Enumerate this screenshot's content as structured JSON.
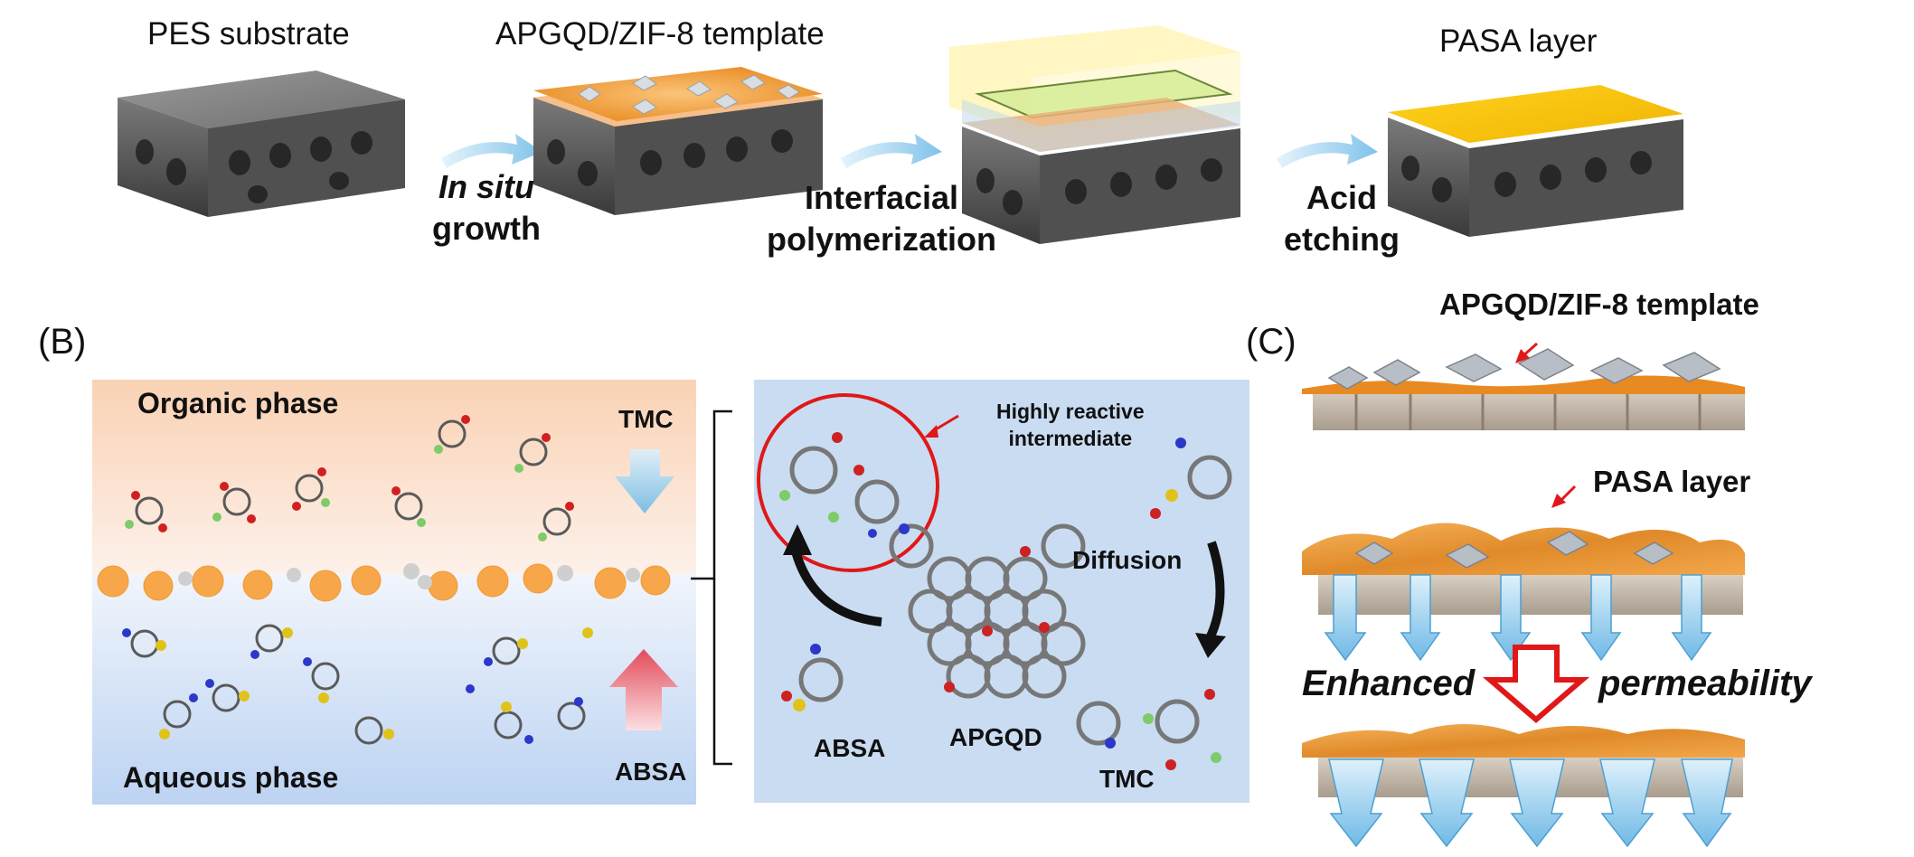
{
  "panel_a": {
    "labels": {
      "pes": "PES substrate",
      "template": "APGQD/ZIF-8 template",
      "pasa": "PASA layer"
    },
    "steps": {
      "in_situ_1": "In situ",
      "in_situ_2": "growth",
      "ip_1": "Interfacial",
      "ip_2": "polymerization",
      "acid_1": "Acid",
      "acid_2": "etching"
    }
  },
  "panel_b": {
    "letter": "(B)",
    "organic_phase": "Organic phase",
    "aqueous_phase": "Aqueous phase",
    "tmc": "TMC",
    "absa": "ABSA",
    "intermediate_1": "Highly reactive",
    "intermediate_2": "intermediate",
    "diffusion": "Diffusion",
    "mech_absa": "ABSA",
    "mech_apgqd": "APGQD",
    "mech_tmc": "TMC"
  },
  "panel_c": {
    "letter": "(C)",
    "template": "APGQD/ZIF-8 template",
    "pasa": "PASA layer",
    "enhanced": "Enhanced",
    "permeability": "permeability"
  },
  "colors": {
    "orange": "#f2a540",
    "yellow": "#f5c518",
    "gray_membrane": "#8a8a8a",
    "organic_bg": "#fbd9c2",
    "aqueous_bg": "#cfe0f6",
    "mech_bg": "#c9dcf2",
    "arrow_blue": "#9fd3ee",
    "red": "#e01818"
  }
}
